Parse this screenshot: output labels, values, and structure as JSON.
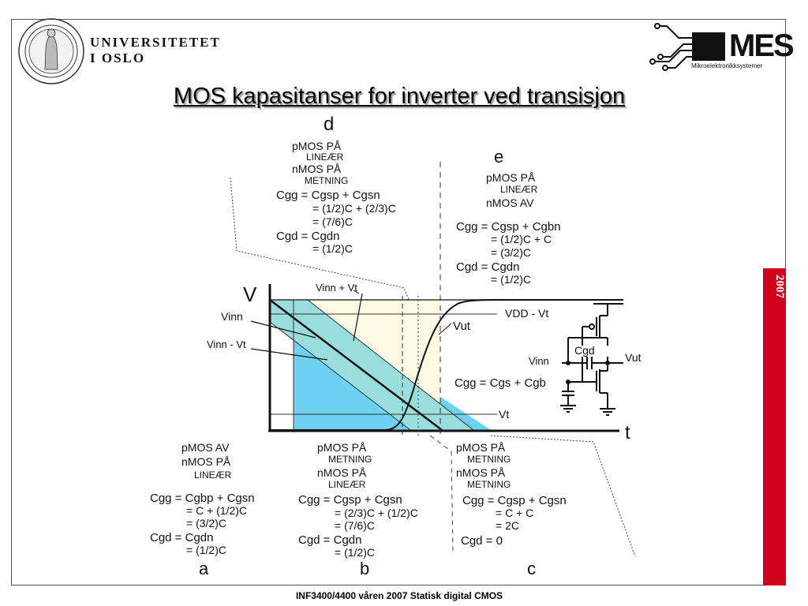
{
  "header": {
    "university_line1": "UNIVERSITETET",
    "university_line2": "I OSLO",
    "mes_logo": "MES",
    "mes_subtitle": "Mikroelektronikksystemer"
  },
  "title": "MOS kapasitanser for inverter ved transisjon",
  "side_label": "2007",
  "footer": "INF3400/4400 våren 2007 Statisk digital CMOS",
  "graph": {
    "axis_v": "V",
    "axis_t": "t",
    "label_vinn_vt_top": "Vinn + Vt",
    "label_vinn": "Vinn",
    "label_vinn_minus_vt": "Vinn - Vt",
    "label_vut": "Vut",
    "label_vdd_vt": "VDD - Vt",
    "label_vt": "Vt"
  },
  "circuit": {
    "cgd": "Cgd",
    "vinn": "Vinn",
    "vut": "Vut",
    "cgg": "Cgg = Cgs + Cgb"
  },
  "region_d": {
    "letter": "d",
    "lines": [
      "pMOS PÅ",
      "LINEÆR",
      "nMOS PÅ",
      "METNING",
      "Cgg = Cgsp + Cgsn",
      "= (1/2)C + (2/3)C",
      "= (7/6)C",
      "Cgd = Cgdn",
      "= (1/2)C"
    ]
  },
  "region_e": {
    "letter": "e",
    "lines": [
      "pMOS PÅ",
      "LINEÆR",
      "nMOS AV",
      "Cgg = Cgsp + Cgbn",
      "= (1/2)C + C",
      "= (3/2)C",
      "Cgd = Cgdn",
      "= (1/2)C"
    ]
  },
  "region_a": {
    "letter": "a",
    "lines": [
      "pMOS AV",
      "nMOS PÅ",
      "LINEÆR",
      "Cgg = Cgbp + Cgsn",
      "= C + (1/2)C",
      "= (3/2)C",
      "Cgd = Cgdn",
      "= (1/2)C"
    ]
  },
  "region_b": {
    "letter": "b",
    "lines": [
      "pMOS PÅ",
      "METNING",
      "nMOS PÅ",
      "LINEÆR",
      "Cgg = Cgsp + Cgsn",
      "= (2/3)C + (1/2)C",
      "= (7/6)C",
      "Cgd = Cgdn",
      "= (1/2)C"
    ]
  },
  "region_c": {
    "letter": "c",
    "lines": [
      "pMOS PÅ",
      "METNING",
      "nMOS PÅ",
      "METNING",
      "Cgg = Cgsp + Cgsn",
      "= C + C",
      "= 2C",
      "Cgd = 0"
    ]
  },
  "colors": {
    "accent_red": "#d0021b",
    "band_teal": "#99dddd",
    "region_blue": "#6dd2f2",
    "region_cream": "#fdf9e3"
  }
}
